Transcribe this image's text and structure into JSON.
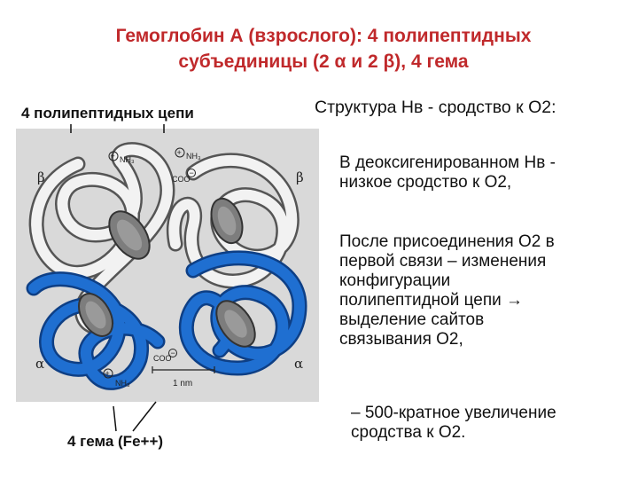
{
  "title": {
    "line1": "Гемоглобин А (взрослого): 4 полипептидных",
    "line2": "субъединицы (2 α и 2 β), 4 гема"
  },
  "figure": {
    "label_top": "4 полипептидных цепи",
    "label_bottom": "4 гема (Fe++)",
    "labels": {
      "beta_left": "β",
      "beta_right": "β",
      "alpha_left": "α",
      "alpha_right": "α",
      "nh3_top_left": "NH₃",
      "nh3_top_right": "NH₃",
      "nh3_bottom": "NH₃",
      "coo_top": "COO",
      "coo_bottom": "COO",
      "scale": "1 nm",
      "plus": "+",
      "minus": "−"
    },
    "colors": {
      "white_chain": "#e8e8e8",
      "blue_chain": "#1f6fd1",
      "heme": "#7d7d7d",
      "background": "#d9d9d9"
    }
  },
  "right": {
    "heading": "Структура Нв  - сродство к О2:",
    "p1": [
      "В деоксигенированном Нв -",
      "низкое сродство  к О2,"
    ],
    "p2": [
      "После присоединения О2 в",
      "первой связи – изменения",
      "конфигурации",
      "полипептидной цепи →",
      "выделение сайтов",
      "связывания О2,"
    ],
    "p3": [
      "– 500-кратное увеличение",
      "сродства к О2."
    ]
  }
}
